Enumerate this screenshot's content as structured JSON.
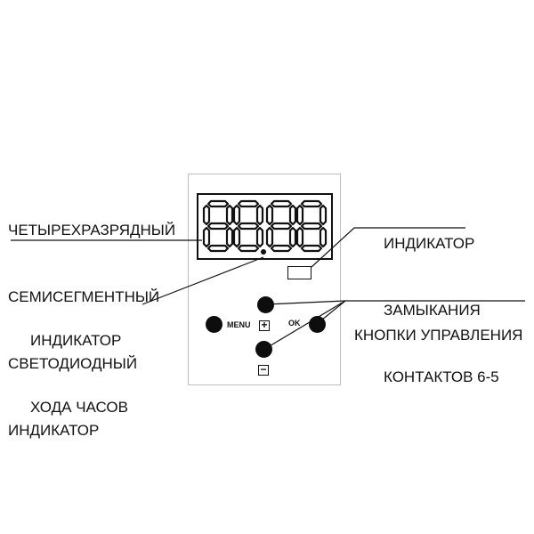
{
  "labels": {
    "display": [
      "ЧЕТЫРЕХРАЗРЯДНЫЙ",
      "СЕМИСЕГМЕНТНЫЙ",
      "СВЕТОДИОДНЫЙ",
      "ИНДИКАТОР"
    ],
    "clock": [
      "ИНДИКАТОР",
      "ХОДА ЧАСОВ"
    ],
    "contacts": [
      "ИНДИКАТОР",
      "ЗАМЫКАНИЯ",
      "КОНТАКТОВ 6-5"
    ],
    "buttons": [
      "КНОПКИ УПРАВЛЕНИЯ"
    ]
  },
  "display": {
    "digits": "8888",
    "separator": "."
  },
  "controls": {
    "menu_label": "MENU",
    "ok_label": "OK",
    "plus_symbol": "+",
    "minus_symbol": "−"
  }
}
